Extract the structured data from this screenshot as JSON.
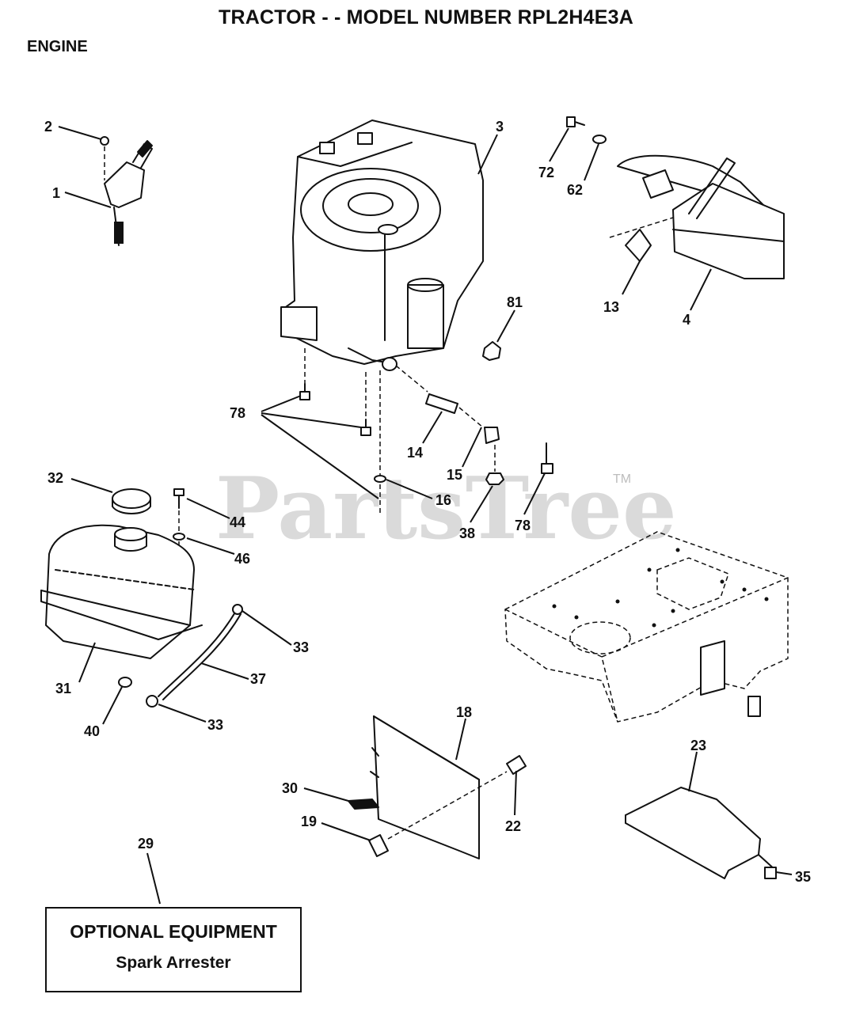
{
  "header": {
    "title": "TRACTOR - - MODEL NUMBER RPL2H4E3A",
    "section": "ENGINE"
  },
  "watermark": {
    "text": "PartsTree",
    "trademark": "TM"
  },
  "callouts": {
    "c1": "1",
    "c2": "2",
    "c3": "3",
    "c4": "4",
    "c13": "13",
    "c14": "14",
    "c15": "15",
    "c16": "16",
    "c18": "18",
    "c19": "19",
    "c22": "22",
    "c23": "23",
    "c29": "29",
    "c30": "30",
    "c31": "31",
    "c32": "32",
    "c33a": "33",
    "c33b": "33",
    "c35": "35",
    "c37": "37",
    "c38": "38",
    "c40": "40",
    "c44": "44",
    "c46": "46",
    "c62": "62",
    "c72": "72",
    "c78a": "78",
    "c78b": "78",
    "c81": "81"
  },
  "optional_equipment": {
    "title": "OPTIONAL EQUIPMENT",
    "item": "Spark Arrester"
  }
}
